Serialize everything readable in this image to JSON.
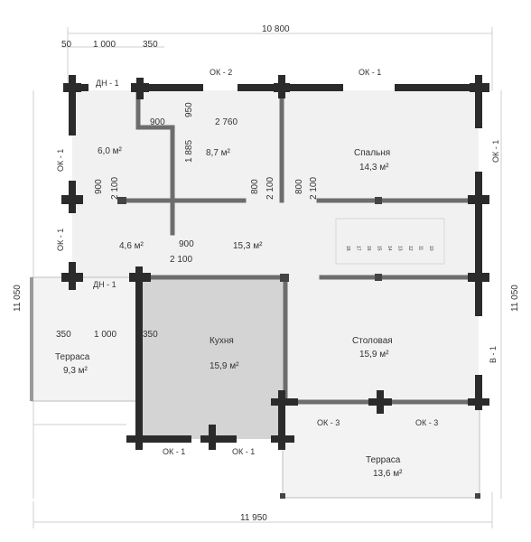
{
  "dimensions": {
    "top_total": "10 800",
    "bottom_total": "11 950",
    "left_total": "11 050",
    "right_total": "11 050",
    "top_50": "50",
    "top_1000": "1 000",
    "top_350": "350",
    "d_900_a": "900",
    "d_950": "950",
    "d_2760": "2 760",
    "d_1885": "1 885",
    "d_900_b": "900",
    "d_2100_a": "2 100",
    "d_800_a": "800",
    "d_2100_b": "2 100",
    "d_800_b": "800",
    "d_2100_c": "2 100",
    "d_900_c": "900",
    "d_2100_d": "2 100",
    "t_350_a": "350",
    "t_1000": "1 000",
    "t_350_b": "350"
  },
  "rooms": {
    "r1_area": "6,0 м²",
    "r2_area": "8,7 м²",
    "bedroom_name": "Спальня",
    "bedroom_area": "14,3 м²",
    "hall_small_area": "4,6 м²",
    "hall_area": "15,3 м²",
    "terrace1_name": "Терраса",
    "terrace1_area": "9,3 м²",
    "kitchen_name": "Кухня",
    "kitchen_area": "15,9 м²",
    "dining_name": "Столовая",
    "dining_area": "15,9 м²",
    "terrace2_name": "Терраса",
    "terrace2_area": "13,6 м²"
  },
  "openings": {
    "dn1_top": "ДН - 1",
    "ok2_top": "ОК - 2",
    "ok1_top": "ОК - 1",
    "ok1_left_top": "ОК - 1",
    "ok1_right": "ОК - 1",
    "ok1_left_mid": "ОК - 1",
    "dn1_mid": "ДН - 1",
    "b1_right": "В - 1",
    "ok3_a": "ОК - 3",
    "ok3_b": "ОК - 3",
    "ok1_bottom_a": "ОК - 1",
    "ok1_bottom_b": "ОК - 1"
  },
  "stairs": {
    "steps": [
      "18",
      "17",
      "16",
      "15",
      "14",
      "13",
      "12",
      "11",
      "10"
    ]
  },
  "colors": {
    "wall": "#2b2b2b",
    "partition": "#6a6a6a",
    "floor": "#f1f1f1",
    "kitchen_floor": "#d3d3d3",
    "terrace": "#f5f5f5",
    "dim_line": "#c9c9c9"
  }
}
